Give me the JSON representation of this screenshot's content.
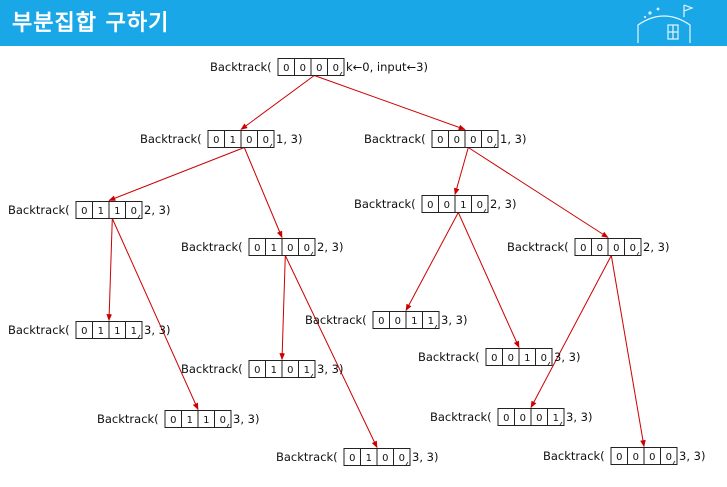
{
  "header": {
    "title": "부분집합 구하기",
    "color": "#1aa7e8",
    "logo_icon": "school-building-icon"
  },
  "edge_color": "#cc0000",
  "nodes": [
    {
      "id": "root",
      "fn": "Backtrack(",
      "bits": [
        "0",
        "0",
        "0",
        "0"
      ],
      "args": "k←0, input←3)"
    },
    {
      "id": "n1",
      "fn": "Backtrack(",
      "bits": [
        "0",
        "1",
        "0",
        "0"
      ],
      "args": "1, 3)"
    },
    {
      "id": "n2",
      "fn": "Backtrack(",
      "bits": [
        "0",
        "0",
        "0",
        "0"
      ],
      "args": "1, 3)"
    },
    {
      "id": "n11",
      "fn": "Backtrack(",
      "bits": [
        "0",
        "1",
        "1",
        "0"
      ],
      "args": "2, 3)"
    },
    {
      "id": "n12",
      "fn": "Backtrack(",
      "bits": [
        "0",
        "1",
        "0",
        "0"
      ],
      "args": "2, 3)"
    },
    {
      "id": "n21",
      "fn": "Backtrack(",
      "bits": [
        "0",
        "0",
        "1",
        "0"
      ],
      "args": "2, 3)"
    },
    {
      "id": "n22",
      "fn": "Backtrack(",
      "bits": [
        "0",
        "0",
        "0",
        "0"
      ],
      "args": "2, 3)"
    },
    {
      "id": "n111",
      "fn": "Backtrack(",
      "bits": [
        "0",
        "1",
        "1",
        "1"
      ],
      "args": "3, 3)"
    },
    {
      "id": "n112",
      "fn": "Backtrack(",
      "bits": [
        "0",
        "1",
        "1",
        "0"
      ],
      "args": "3, 3)"
    },
    {
      "id": "n121",
      "fn": "Backtrack(",
      "bits": [
        "0",
        "1",
        "0",
        "1"
      ],
      "args": "3, 3)"
    },
    {
      "id": "n122",
      "fn": "Backtrack(",
      "bits": [
        "0",
        "1",
        "0",
        "0"
      ],
      "args": "3, 3)"
    },
    {
      "id": "n211",
      "fn": "Backtrack(",
      "bits": [
        "0",
        "0",
        "1",
        "1"
      ],
      "args": "3, 3)"
    },
    {
      "id": "n212",
      "fn": "Backtrack(",
      "bits": [
        "0",
        "0",
        "1",
        "0"
      ],
      "args": "3, 3)"
    },
    {
      "id": "n221",
      "fn": "Backtrack(",
      "bits": [
        "0",
        "0",
        "0",
        "1"
      ],
      "args": "3, 3)"
    },
    {
      "id": "n222",
      "fn": "Backtrack(",
      "bits": [
        "0",
        "0",
        "0",
        "0"
      ],
      "args": "3, 3)"
    }
  ],
  "edges": [
    [
      "root",
      "n1"
    ],
    [
      "root",
      "n2"
    ],
    [
      "n1",
      "n11"
    ],
    [
      "n1",
      "n12"
    ],
    [
      "n2",
      "n21"
    ],
    [
      "n2",
      "n22"
    ],
    [
      "n11",
      "n111"
    ],
    [
      "n11",
      "n112"
    ],
    [
      "n12",
      "n121"
    ],
    [
      "n12",
      "n122"
    ],
    [
      "n21",
      "n211"
    ],
    [
      "n21",
      "n212"
    ],
    [
      "n22",
      "n221"
    ],
    [
      "n22",
      "n222"
    ]
  ]
}
